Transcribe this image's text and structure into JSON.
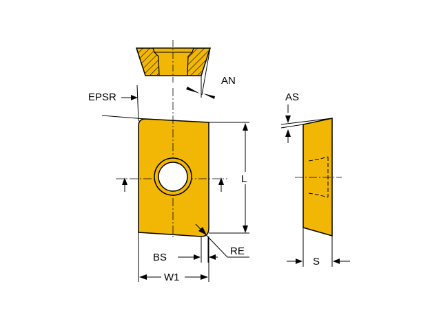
{
  "colors": {
    "insert_fill": "#f2b705",
    "outline": "#000000",
    "background": "#ffffff"
  },
  "labels": {
    "an": "AN",
    "epsr": "EPSR",
    "as": "AS",
    "l": "L",
    "re": "RE",
    "bs": "BS",
    "w1": "W1",
    "s": "S"
  }
}
